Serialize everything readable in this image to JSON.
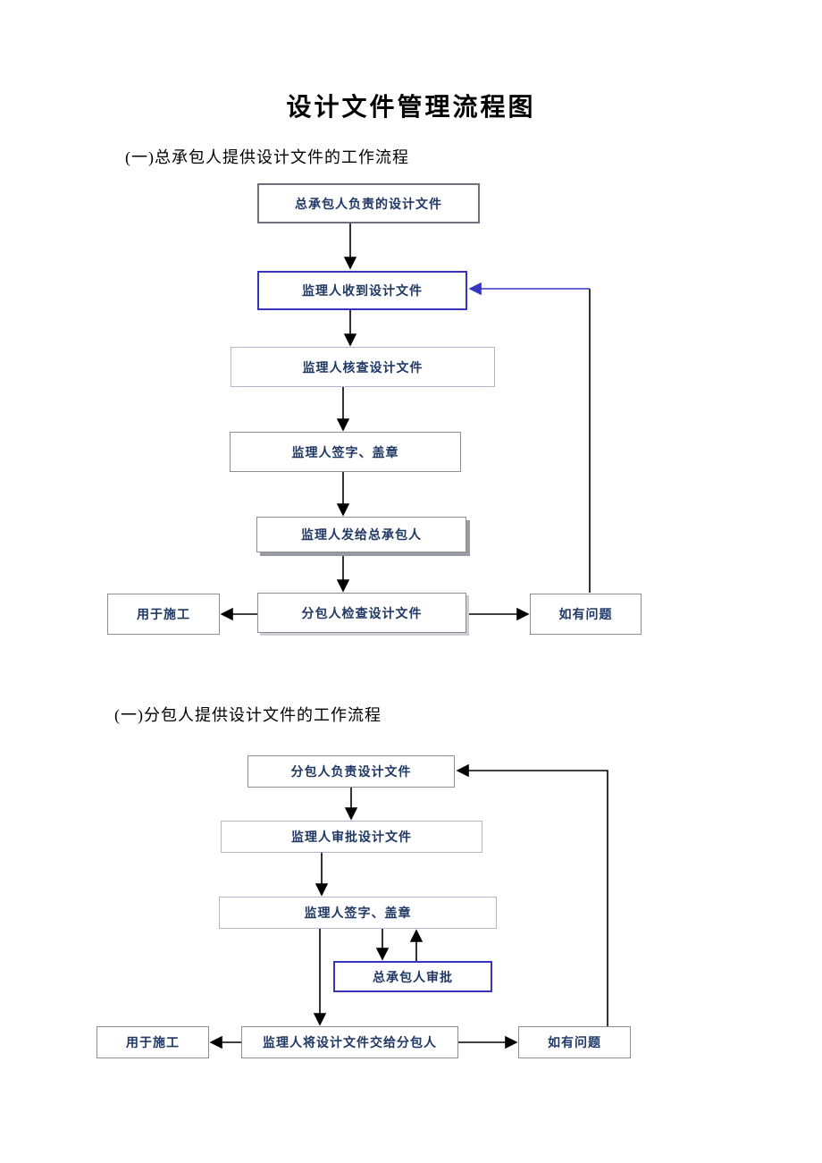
{
  "page": {
    "title": "设计文件管理流程图"
  },
  "section1": {
    "heading": "(一)总承包人提供设计文件的工作流程",
    "boxes": {
      "b1": "总承包人负责的设计文件",
      "b2": "监理人收到设计文件",
      "b3": "监理人核查设计文件",
      "b4": "监理人签字、盖章",
      "b5": "监理人发给总承包人",
      "b6": "分包人检查设计文件",
      "left": "用于施工",
      "right": "如有问题"
    }
  },
  "section2": {
    "heading": "(一)分包人提供设计文件的工作流程",
    "boxes": {
      "b1": "分包人负责设计文件",
      "b2": "监理人审批设计文件",
      "b3": "监理人签字、盖章",
      "b4": "总承包人审批",
      "b5": "监理人将设计文件交给分包人",
      "left": "用于施工",
      "right": "如有问题"
    }
  },
  "colors": {
    "accent_blue": "#3535c0",
    "line_black": "#000000",
    "node_text": "#1f3864"
  }
}
